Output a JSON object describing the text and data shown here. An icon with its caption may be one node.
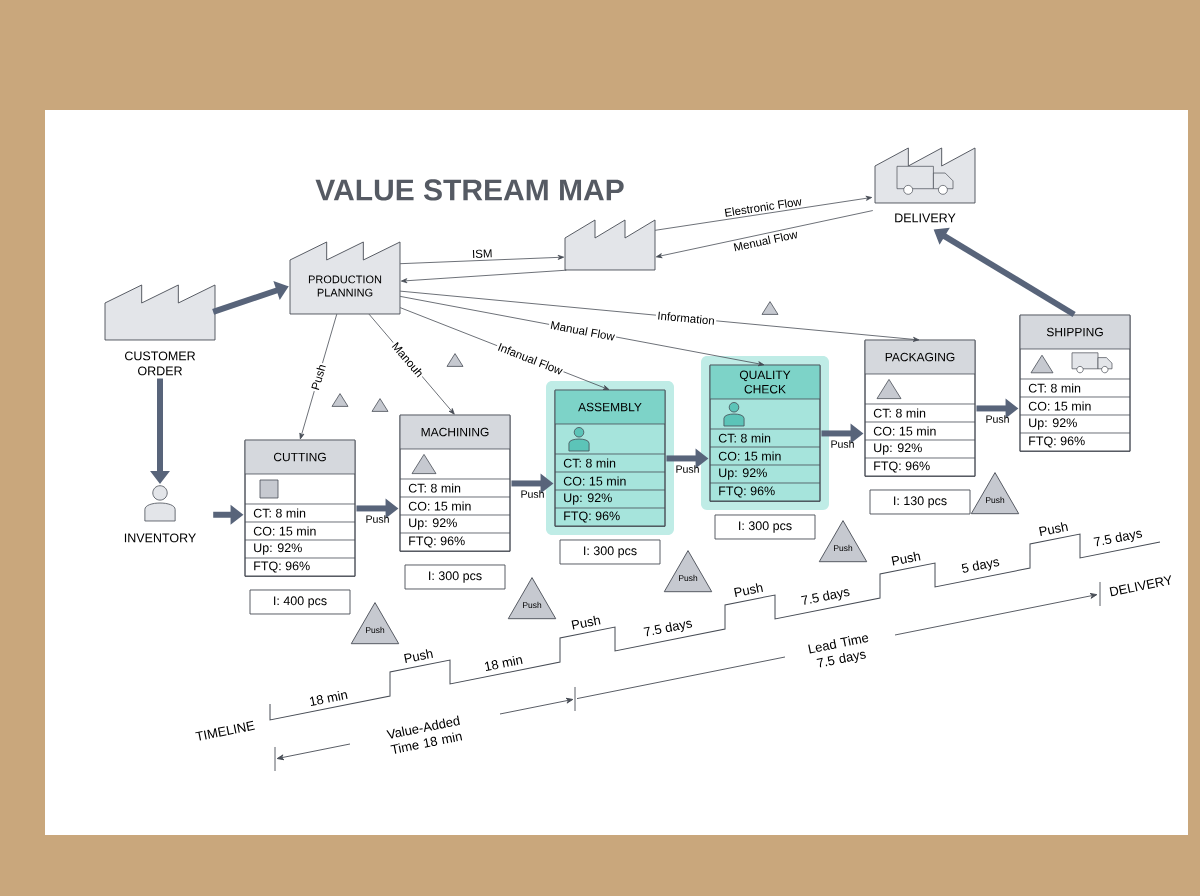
{
  "diagram": {
    "title": "VALUE STREAM MAP",
    "nodes": [
      {
        "text": [
          "CUSTOMER ORDER"
        ]
      },
      {
        "text": [
          "PRODUCTION PLANNING"
        ]
      },
      {
        "text": [],
        "shape": "factory"
      },
      {
        "text": [
          "DELIVERY"
        ]
      },
      {
        "text": [
          "INVENTORY"
        ]
      },
      {
        "text": [
          "CUTTING",
          "CT: 8 min",
          "CO: 15 min",
          "Up: 92%",
          "FTQ: 96%"
        ]
      },
      {
        "text": [
          "MACHINING",
          "CT: 8 min",
          "CO: 15 min",
          "Up: 92%",
          "FTQ: 96%"
        ]
      },
      {
        "text": [
          "ASSEMBLY",
          "CT: 8 min",
          "CO: 15 min",
          "Up: 92%",
          "FTQ: 96%"
        ]
      },
      {
        "text": [
          "QUALITY CHECK",
          "CT: 8 min",
          "CO: 15 min",
          "Up: 92%",
          "FTQ: 96%"
        ]
      },
      {
        "text": [
          "PACKAGING",
          "CT: 8 min",
          "CO: 15 min",
          "Up: 92%",
          "FTQ: 96%"
        ]
      },
      {
        "text": [
          "SHIPPING",
          "CT: 8 min",
          "CO: 15 min",
          "Up: 92%",
          "FTQ: 96%"
        ]
      },
      {
        "text": [
          "I: 400 pcs"
        ]
      },
      {
        "text": [
          "I: 300 pcs"
        ]
      },
      {
        "text": [
          "I: 300 pcs"
        ]
      },
      {
        "text": [
          "I: 300 pcs"
        ]
      },
      {
        "text": [
          "I: 130 pcs"
        ]
      },
      {
        "text": [
          "Push"
        ]
      },
      {
        "text": [
          "Push"
        ]
      },
      {
        "text": [
          "Push"
        ]
      },
      {
        "text": [
          "Push"
        ]
      },
      {
        "text": [
          "Push"
        ]
      }
    ],
    "edges": [
      {
        "from": 0,
        "to": 1,
        "arrow": "to",
        "style": "thick"
      },
      {
        "from": 1,
        "to": 2,
        "arrow": "to",
        "label": "ISM"
      },
      {
        "from": 2,
        "to": 1,
        "arrow": "to"
      },
      {
        "from": 2,
        "to": 3,
        "arrow": "to",
        "label": "Elestronic Flow"
      },
      {
        "from": 3,
        "to": 2,
        "arrow": "to",
        "label": "Menual Flow"
      },
      {
        "from": 1,
        "to": 5,
        "arrow": "to",
        "label": "Push"
      },
      {
        "from": 1,
        "to": 6,
        "arrow": "to",
        "label": "Manouh"
      },
      {
        "from": 1,
        "to": 7,
        "arrow": "to",
        "label": "Infanual Flow"
      },
      {
        "from": 1,
        "to": 8,
        "arrow": "to",
        "label": "Manual Flow"
      },
      {
        "from": 1,
        "to": 9,
        "arrow": "to",
        "label": "Information"
      },
      {
        "from": 0,
        "to": 4,
        "arrow": "to",
        "style": "thick"
      },
      {
        "from": 4,
        "to": 5,
        "arrow": "to",
        "style": "thick"
      },
      {
        "from": 5,
        "to": 6,
        "arrow": "to",
        "style": "thick",
        "label": "Push"
      },
      {
        "from": 6,
        "to": 7,
        "arrow": "to",
        "style": "thick",
        "label": "Push"
      },
      {
        "from": 7,
        "to": 8,
        "arrow": "to",
        "style": "thick",
        "label": "Push"
      },
      {
        "from": 8,
        "to": 9,
        "arrow": "to",
        "style": "thick",
        "label": "Push"
      },
      {
        "from": 9,
        "to": 10,
        "arrow": "to",
        "style": "thick",
        "label": "Push"
      },
      {
        "from": 10,
        "to": 3,
        "arrow": "to",
        "style": "thick"
      }
    ],
    "labels": [
      "18 min",
      "Push",
      "18 min",
      "Push",
      "7.5 days",
      "Push",
      "7.5 days",
      "Push",
      "5 days",
      "Push",
      "7.5 days",
      "DELIVERY",
      "TIMELINE",
      "Value-Added Time 18 min",
      "Lead Time 7.5 days"
    ]
  }
}
